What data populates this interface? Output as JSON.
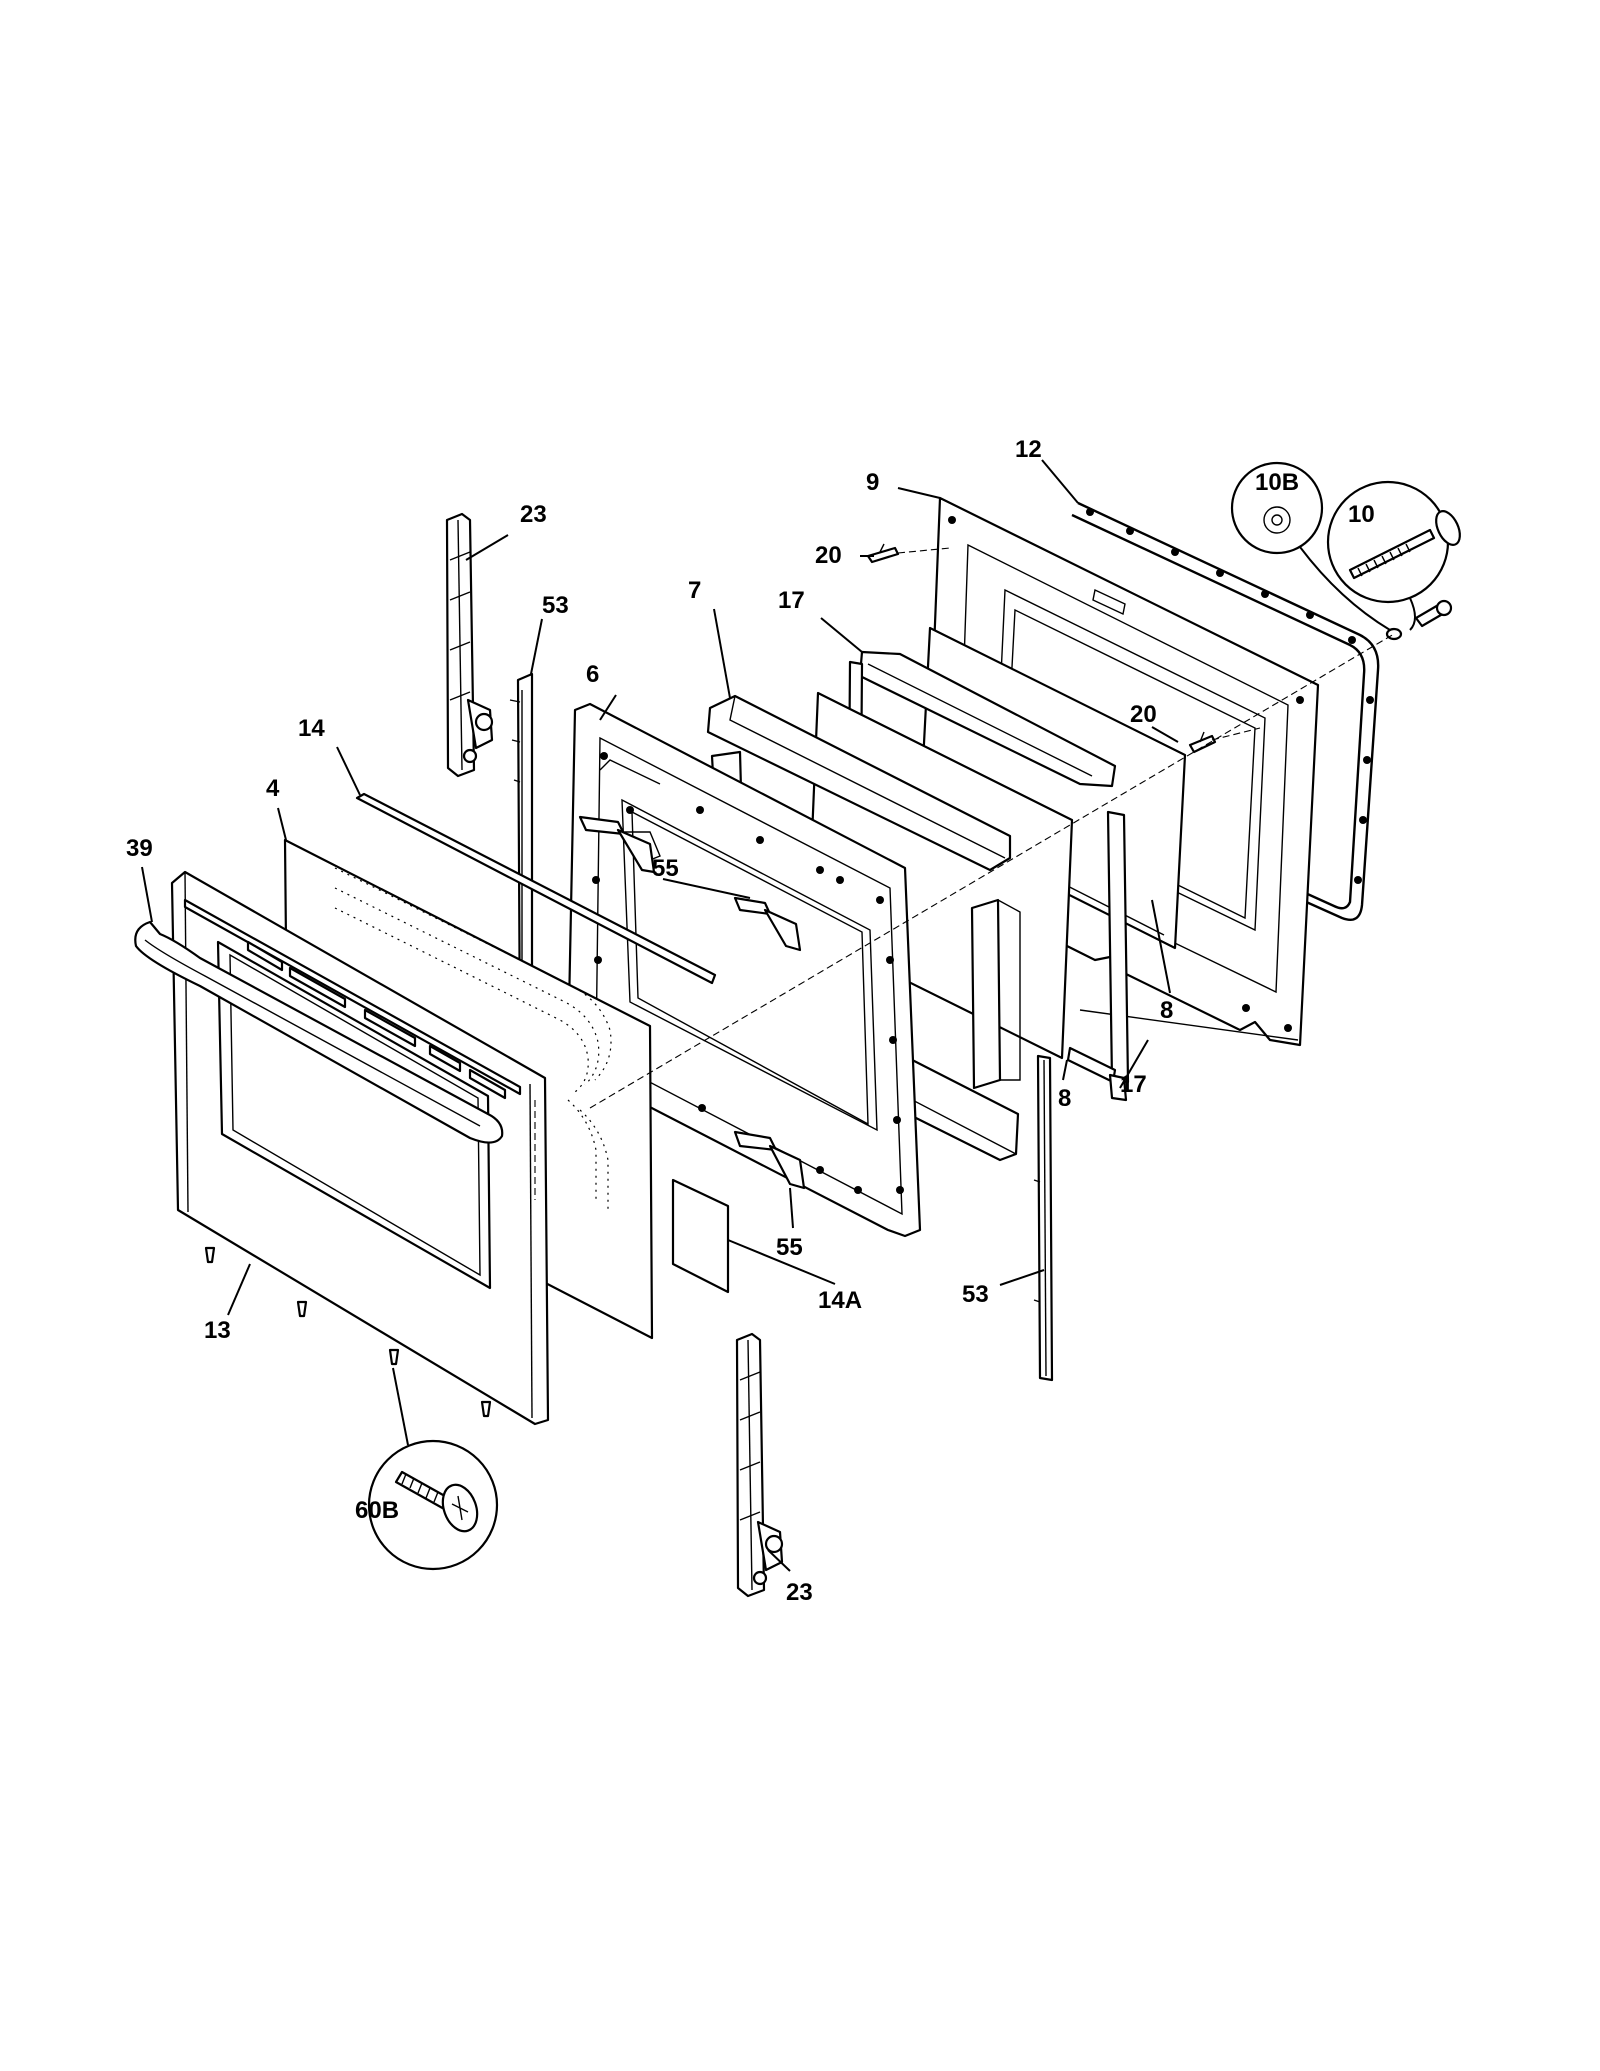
{
  "callouts": {
    "p4": "4",
    "p6": "6",
    "p7": "7",
    "p8a": "8",
    "p8b": "8",
    "p9": "9",
    "p10": "10",
    "p10b": "10B",
    "p12": "12",
    "p13": "13",
    "p14": "14",
    "p14a": "14A",
    "p17a": "17",
    "p17b": "17",
    "p20a": "20",
    "p20b": "20",
    "p23a": "23",
    "p23b": "23",
    "p39": "39",
    "p53a": "53",
    "p53b": "53",
    "p55a": "55",
    "p55b": "55",
    "p60b": "60B"
  }
}
